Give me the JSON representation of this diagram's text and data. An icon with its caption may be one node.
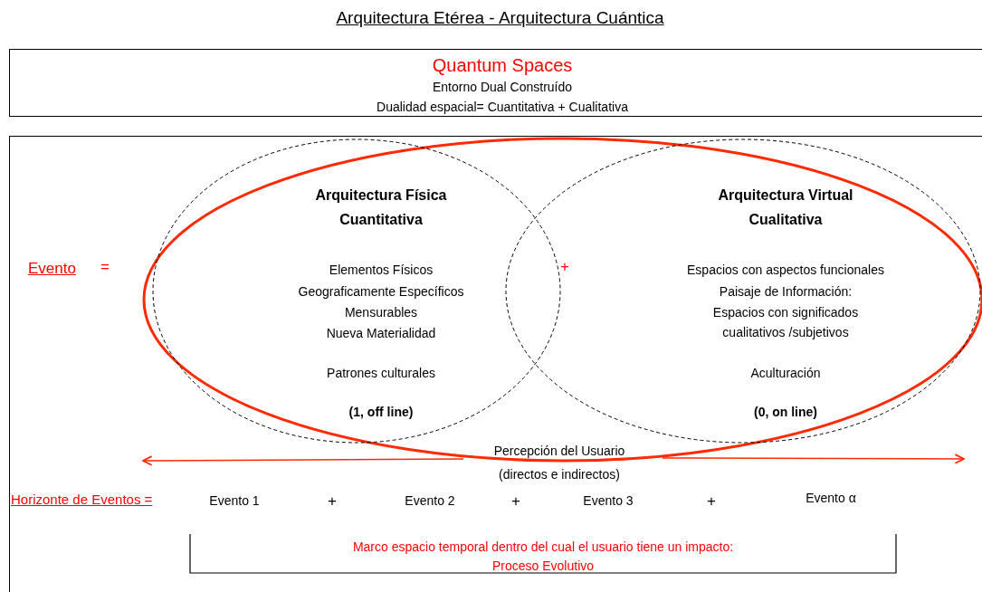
{
  "diagram": {
    "title": "Arquitectura Etérea - Arquitectura Cuántica",
    "nodes": [
      {
        "text": [
          "Quantum Spaces",
          "Entorno Dual Construído",
          "Dualidad espacial= Cuantitativa + Cualitativa"
        ]
      },
      {
        "text": [],
        "shape": "box"
      },
      {
        "text": [],
        "shape": "ellipse",
        "in": 1
      },
      {
        "text": [
          "Arquitectura Física Cuantitativa",
          "Elementos Físicos",
          "Geograficamente Específicos",
          "Mensurables",
          "Nueva Materialidad",
          "Patrones culturales",
          "(1, off line)"
        ],
        "in": 2
      },
      {
        "text": [
          "Arquitectura Virtual Cualitativa",
          "Espacios con aspectos funcionales",
          "Paisaje de Información:",
          "Espacios con significados cualitativos /subjetivos",
          "Aculturación",
          "(0, on line)"
        ],
        "in": 2
      }
    ],
    "edges": [],
    "labels": [
      "Evento",
      "=",
      "+",
      "Percepción del Usuario",
      "(directos e indirectos)",
      "Horizonte de Eventos =",
      "Evento 1",
      "+",
      "Evento 2",
      "+",
      "Evento 3",
      "+",
      "Evento α",
      "Marco espacio temporal dentro del cual el usuario tiene un impacto: Proceso Evolutivo"
    ]
  }
}
